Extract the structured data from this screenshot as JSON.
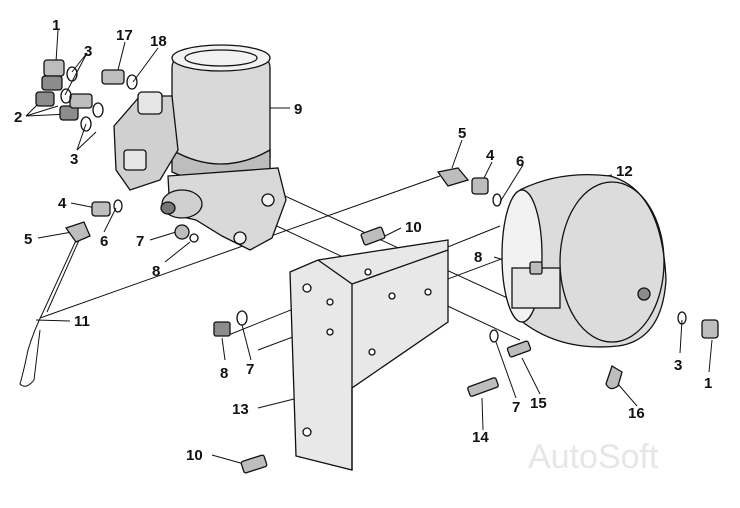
{
  "watermark": "AutoSoft",
  "colors": {
    "part_fill": "#d9d9d9",
    "part_light": "#f2f2f2",
    "dark_fill": "#8c8c8c",
    "line": "#111111"
  },
  "callouts": [
    {
      "id": "c1a",
      "text": "1"
    },
    {
      "id": "c17",
      "text": "17"
    },
    {
      "id": "c18",
      "text": "18"
    },
    {
      "id": "c3a",
      "text": "3"
    },
    {
      "id": "c2",
      "text": "2"
    },
    {
      "id": "c3b",
      "text": "3"
    },
    {
      "id": "c9",
      "text": "9"
    },
    {
      "id": "c5a",
      "text": "5"
    },
    {
      "id": "c4a",
      "text": "4"
    },
    {
      "id": "c6a",
      "text": "6"
    },
    {
      "id": "c12",
      "text": "12"
    },
    {
      "id": "c4b",
      "text": "4"
    },
    {
      "id": "c5b",
      "text": "5"
    },
    {
      "id": "c6b",
      "text": "6"
    },
    {
      "id": "c10a",
      "text": "10"
    },
    {
      "id": "c7a",
      "text": "7"
    },
    {
      "id": "c8a",
      "text": "8"
    },
    {
      "id": "c8b",
      "text": "8"
    },
    {
      "id": "c11",
      "text": "11"
    },
    {
      "id": "c8c",
      "text": "8"
    },
    {
      "id": "c7b",
      "text": "7"
    },
    {
      "id": "c3c",
      "text": "3"
    },
    {
      "id": "c1b",
      "text": "1"
    },
    {
      "id": "c13",
      "text": "13"
    },
    {
      "id": "c7c",
      "text": "7"
    },
    {
      "id": "c15",
      "text": "15"
    },
    {
      "id": "c14",
      "text": "14"
    },
    {
      "id": "c16",
      "text": "16"
    },
    {
      "id": "c10b",
      "text": "10"
    }
  ]
}
